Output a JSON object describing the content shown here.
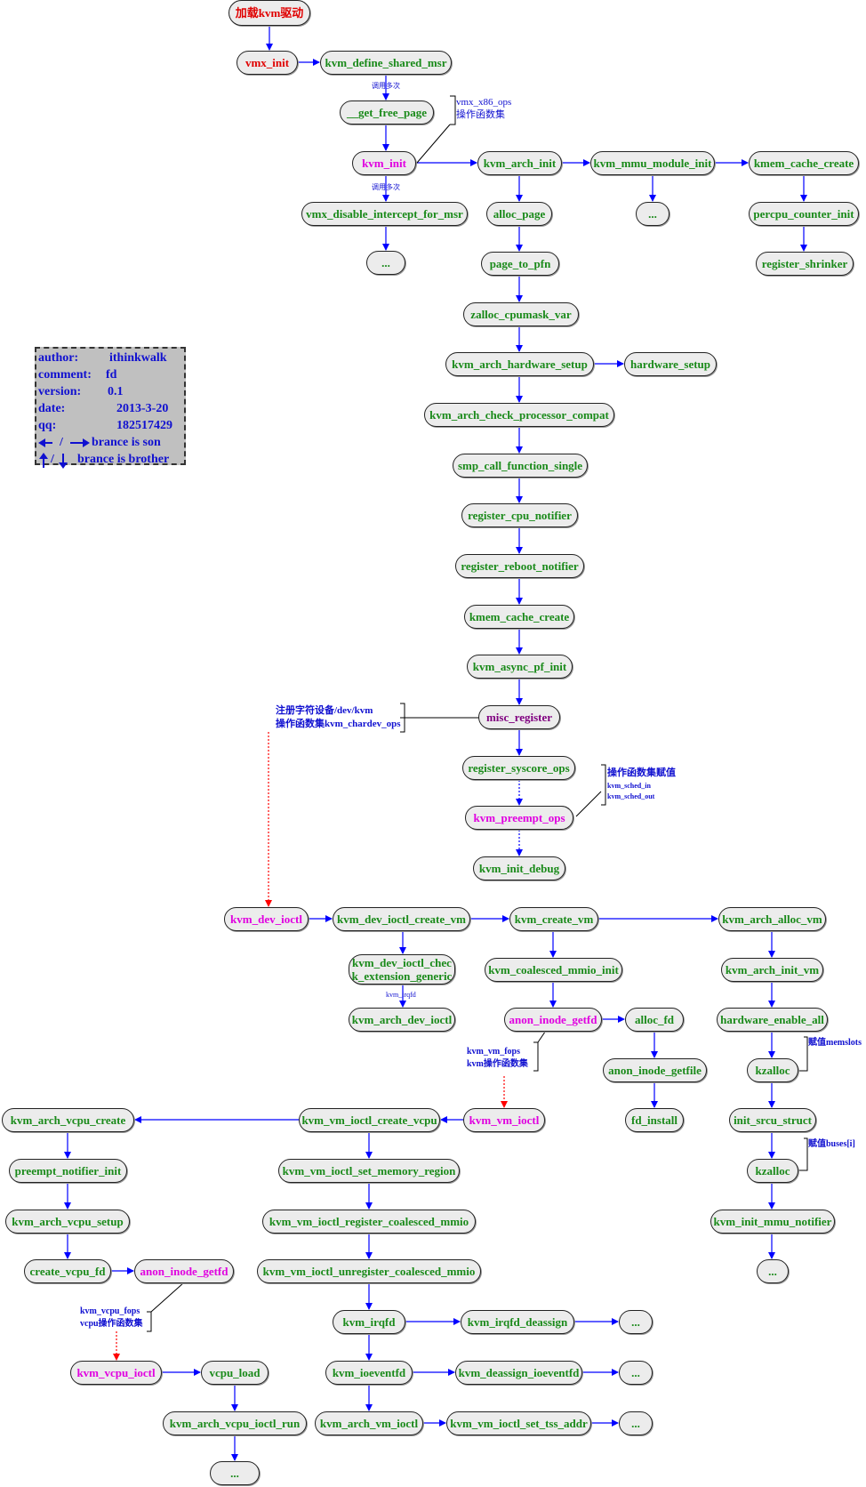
{
  "colors": {
    "node_fill": "#ececec",
    "green_text": "#1a8a1a",
    "red_text": "#e00000",
    "magenta_text": "#e000e0",
    "purple_text": "#800080",
    "edge_blue": "#0000ff",
    "edge_red": "#ff0000",
    "note_blue": "#1010d0",
    "info_bg": "#c0c0c0"
  },
  "nodes": {
    "load_kvm_driver": "加载kvm驱动",
    "vmx_init": "vmx_init",
    "kvm_define_shared_msr": "kvm_define_shared_msr",
    "get_free_page": "__get_free_page",
    "kvm_init": "kvm_init",
    "vmx_disable_intercept_for_msr": "vmx_disable_intercept_for_msr",
    "ellipsis_vmx": "...",
    "kvm_arch_init": "kvm_arch_init",
    "kvm_mmu_module_init": "kvm_mmu_module_init",
    "ellipsis_mmu": "...",
    "kmem_cache_create_top": "kmem_cache_create",
    "percpu_counter_init": "percpu_counter_init",
    "register_shrinker": "register_shrinker",
    "alloc_page": "alloc_page",
    "page_to_pfn": "page_to_pfn",
    "zalloc_cpumask_var": "zalloc_cpumask_var",
    "kvm_arch_hardware_setup": "kvm_arch_hardware_setup",
    "hardware_setup": "hardware_setup",
    "kvm_arch_check_processor_compat": "kvm_arch_check_processor_compat",
    "smp_call_function_single": "smp_call_function_single",
    "register_cpu_notifier": "register_cpu_notifier",
    "register_reboot_notifier": "register_reboot_notifier",
    "kmem_cache_create_mid": "kmem_cache_create",
    "kvm_async_pf_init": "kvm_async_pf_init",
    "misc_register": "misc_register",
    "register_syscore_ops": "register_syscore_ops",
    "kvm_preempt_ops": "kvm_preempt_ops",
    "kvm_init_debug": "kvm_init_debug",
    "kvm_dev_ioctl": "kvm_dev_ioctl",
    "kvm_dev_ioctl_create_vm": "kvm_dev_ioctl_create_vm",
    "kvm_dev_ioctl_check_extension_generic": "kvm_dev_ioctl_check_extension_generic",
    "kvm_arch_dev_ioctl": "kvm_arch_dev_ioctl",
    "kvm_create_vm": "kvm_create_vm",
    "kvm_coalesced_mmio_init": "kvm_coalesced_mmio_init",
    "anon_inode_getfd_vm": "anon_inode_getfd",
    "alloc_fd": "alloc_fd",
    "anon_inode_getfile": "anon_inode_getfile",
    "fd_install": "fd_install",
    "kvm_arch_alloc_vm": "kvm_arch_alloc_vm",
    "kvm_arch_init_vm": "kvm_arch_init_vm",
    "hardware_enable_all": "hardware_enable_all",
    "kzalloc_1": "kzalloc",
    "init_srcu_struct": "init_srcu_struct",
    "kzalloc_2": "kzalloc",
    "kvm_init_mmu_notifier": "kvm_init_mmu_notifier",
    "ellipsis_vm": "...",
    "kvm_vm_ioctl": "kvm_vm_ioctl",
    "kvm_vm_ioctl_create_vcpu": "kvm_vm_ioctl_create_vcpu",
    "kvm_vm_ioctl_set_memory_region": "kvm_vm_ioctl_set_memory_region",
    "kvm_vm_ioctl_register_coalesced_mmio": "kvm_vm_ioctl_register_coalesced_mmio",
    "kvm_vm_ioctl_unregister_coalesced_mmio": "kvm_vm_ioctl_unregister_coalesced_mmio",
    "kvm_irqfd": "kvm_irqfd",
    "kvm_irqfd_deassign": "kvm_irqfd_deassign",
    "ellipsis_irqfd": "...",
    "kvm_ioeventfd": "kvm_ioeventfd",
    "kvm_deassign_ioeventfd": "kvm_deassign_ioeventfd",
    "ellipsis_ioeventfd": "...",
    "kvm_arch_vm_ioctl": "kvm_arch_vm_ioctl",
    "kvm_vm_ioctl_set_tss_addr": "kvm_vm_ioctl_set_tss_addr",
    "ellipsis_tss": "...",
    "kvm_arch_vcpu_create": "kvm_arch_vcpu_create",
    "preempt_notifier_init": "preempt_notifier_init",
    "kvm_arch_vcpu_setup": "kvm_arch_vcpu_setup",
    "create_vcpu_fd": "create_vcpu_fd",
    "anon_inode_getfd_vcpu": "anon_inode_getfd",
    "kvm_vcpu_ioctl": "kvm_vcpu_ioctl",
    "vcpu_load": "vcpu_load",
    "kvm_arch_vcpu_ioctl_run": "kvm_arch_vcpu_ioctl_run",
    "ellipsis_vcpu": "..."
  },
  "notes": {
    "call_many_1": "调用多次",
    "call_many_2": "调用多次",
    "vmx_ops_line1": "vmx_x86_ops",
    "vmx_ops_line2": "操作函数集",
    "misc_line1": "注册字符设备/dev/kvm",
    "misc_line2": "操作函数集kvm_chardev_ops",
    "preempt_line1": "操作函数集赋值",
    "preempt_line2": "kvm_sched_in",
    "preempt_line3": "kvm_sched_out",
    "kvm_irqfd_label": "kvm_irqfd",
    "vm_fops_line1": "kvm_vm_fops",
    "vm_fops_line2": "kvm操作函数集",
    "memslots": "赋值memslots",
    "buses": "赋值buses[i]",
    "vcpu_fops_line1": "kvm_vcpu_fops",
    "vcpu_fops_line2": "vcpu操作函数集"
  },
  "info": {
    "author_key": "author:",
    "author_val": "ithinkwalk",
    "comment_key": "comment:",
    "comment_val": "fd",
    "version_key": "version:",
    "version_val": "0.1",
    "date_key": "date:",
    "date_val": "2013-3-20",
    "qq_key": "qq:",
    "qq_val": "182517429",
    "legend_son_sep": "/",
    "legend_son": "brance is son",
    "legend_brother_sep": "/",
    "legend_brother": "brance is brother"
  }
}
